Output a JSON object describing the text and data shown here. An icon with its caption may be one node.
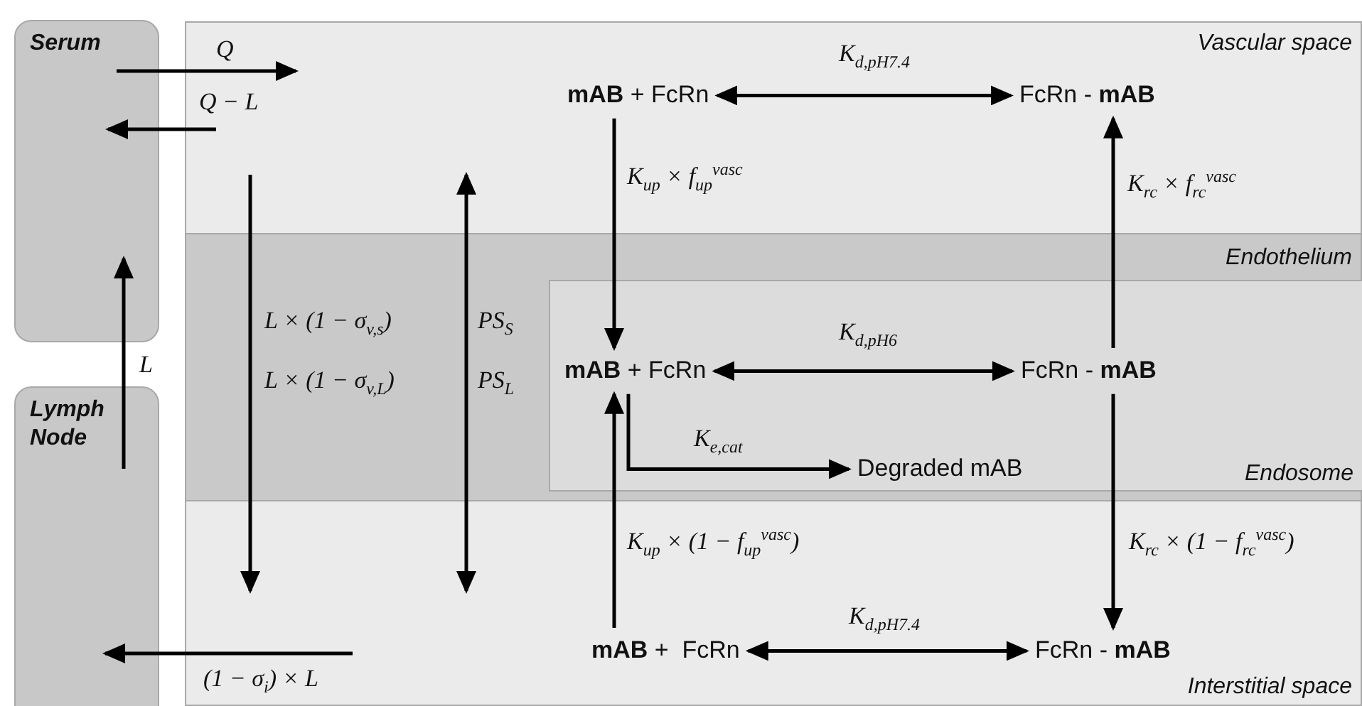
{
  "diagram": {
    "nodes": [
      {
        "text": [
          "Serum"
        ]
      },
      {
        "text": [
          "Lymph Node"
        ]
      },
      {
        "text": [
          "Vascular space"
        ]
      },
      {
        "text": [
          "Endothelium"
        ]
      },
      {
        "text": [
          "Endosome"
        ],
        "in": 3
      },
      {
        "text": [
          "Interstitial space"
        ]
      },
      {
        "text": [
          "**mAB** + FcRn"
        ],
        "in": 2
      },
      {
        "text": [
          "FcRn - **mAB**"
        ],
        "in": 2
      },
      {
        "text": [
          "**mAB** + FcRn"
        ],
        "in": 4
      },
      {
        "text": [
          "FcRn - **mAB**"
        ],
        "in": 4
      },
      {
        "text": [
          "Degraded mAB"
        ],
        "in": 4
      },
      {
        "text": [
          "**mAB** +  FcRn"
        ],
        "in": 5
      },
      {
        "text": [
          "FcRn - **mAB**"
        ],
        "in": 5
      }
    ],
    "edges": [
      {
        "from": 0,
        "to": 2,
        "arrow": "to",
        "label": "Q"
      },
      {
        "from": 2,
        "to": 0,
        "arrow": "to",
        "label": "Q − L"
      },
      {
        "from": 2,
        "to": 5,
        "arrow": "to",
        "label": "L × (1 − σ$_{v,s}$)"
      },
      {
        "from": 2,
        "to": 5,
        "arrow": "both",
        "label": "PS$_{S}$"
      },
      {
        "from": 5,
        "to": 1,
        "arrow": "to",
        "label": "(1 − σ$_{i}$) × L"
      },
      {
        "from": 1,
        "to": 0,
        "arrow": "to",
        "label": "L"
      },
      {
        "from": 6,
        "to": 7,
        "arrow": "both",
        "label": "K$_{d,pH7.4}$"
      },
      {
        "from": 6,
        "to": 8,
        "arrow": "to",
        "label": "K$_{up}$ × f$_{up}$$^{vasc}$"
      },
      {
        "from": 9,
        "to": 7,
        "arrow": "to",
        "label": "K$_{rc}$ × f$_{rc}$$^{vasc}$"
      },
      {
        "from": 8,
        "to": 9,
        "arrow": "both",
        "label": "K$_{d,pH6}$"
      },
      {
        "from": 8,
        "to": 10,
        "arrow": "to",
        "label": "K$_{e,cat}$"
      },
      {
        "from": 11,
        "to": 8,
        "arrow": "to",
        "label": "K$_{up}$ × (1 − f$_{up}$$^{vasc}$)"
      },
      {
        "from": 9,
        "to": 12,
        "arrow": "to",
        "label": "K$_{rc}$ × (1 − f$_{rc}$$^{vasc}$)"
      },
      {
        "from": 11,
        "to": 12,
        "arrow": "both",
        "label": "K$_{d,pH7.4}$"
      }
    ],
    "labels": [
      "L × (1 − σ$_{v,L}$)",
      "PS$_{L}$"
    ]
  }
}
